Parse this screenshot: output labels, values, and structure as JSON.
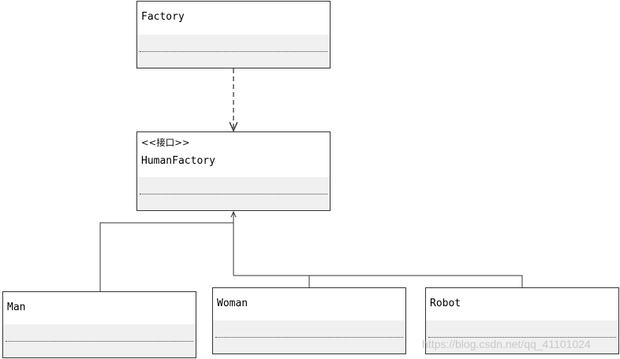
{
  "diagram": {
    "factory": {
      "name": "Factory"
    },
    "human_factory": {
      "stereotype": "<<接口>>",
      "name": "HumanFactory"
    },
    "man": {
      "name": "Man"
    },
    "woman": {
      "name": "Woman"
    },
    "robot": {
      "name": "Robot"
    }
  },
  "watermark": "https://blog.csdn.net/qq_41101024"
}
